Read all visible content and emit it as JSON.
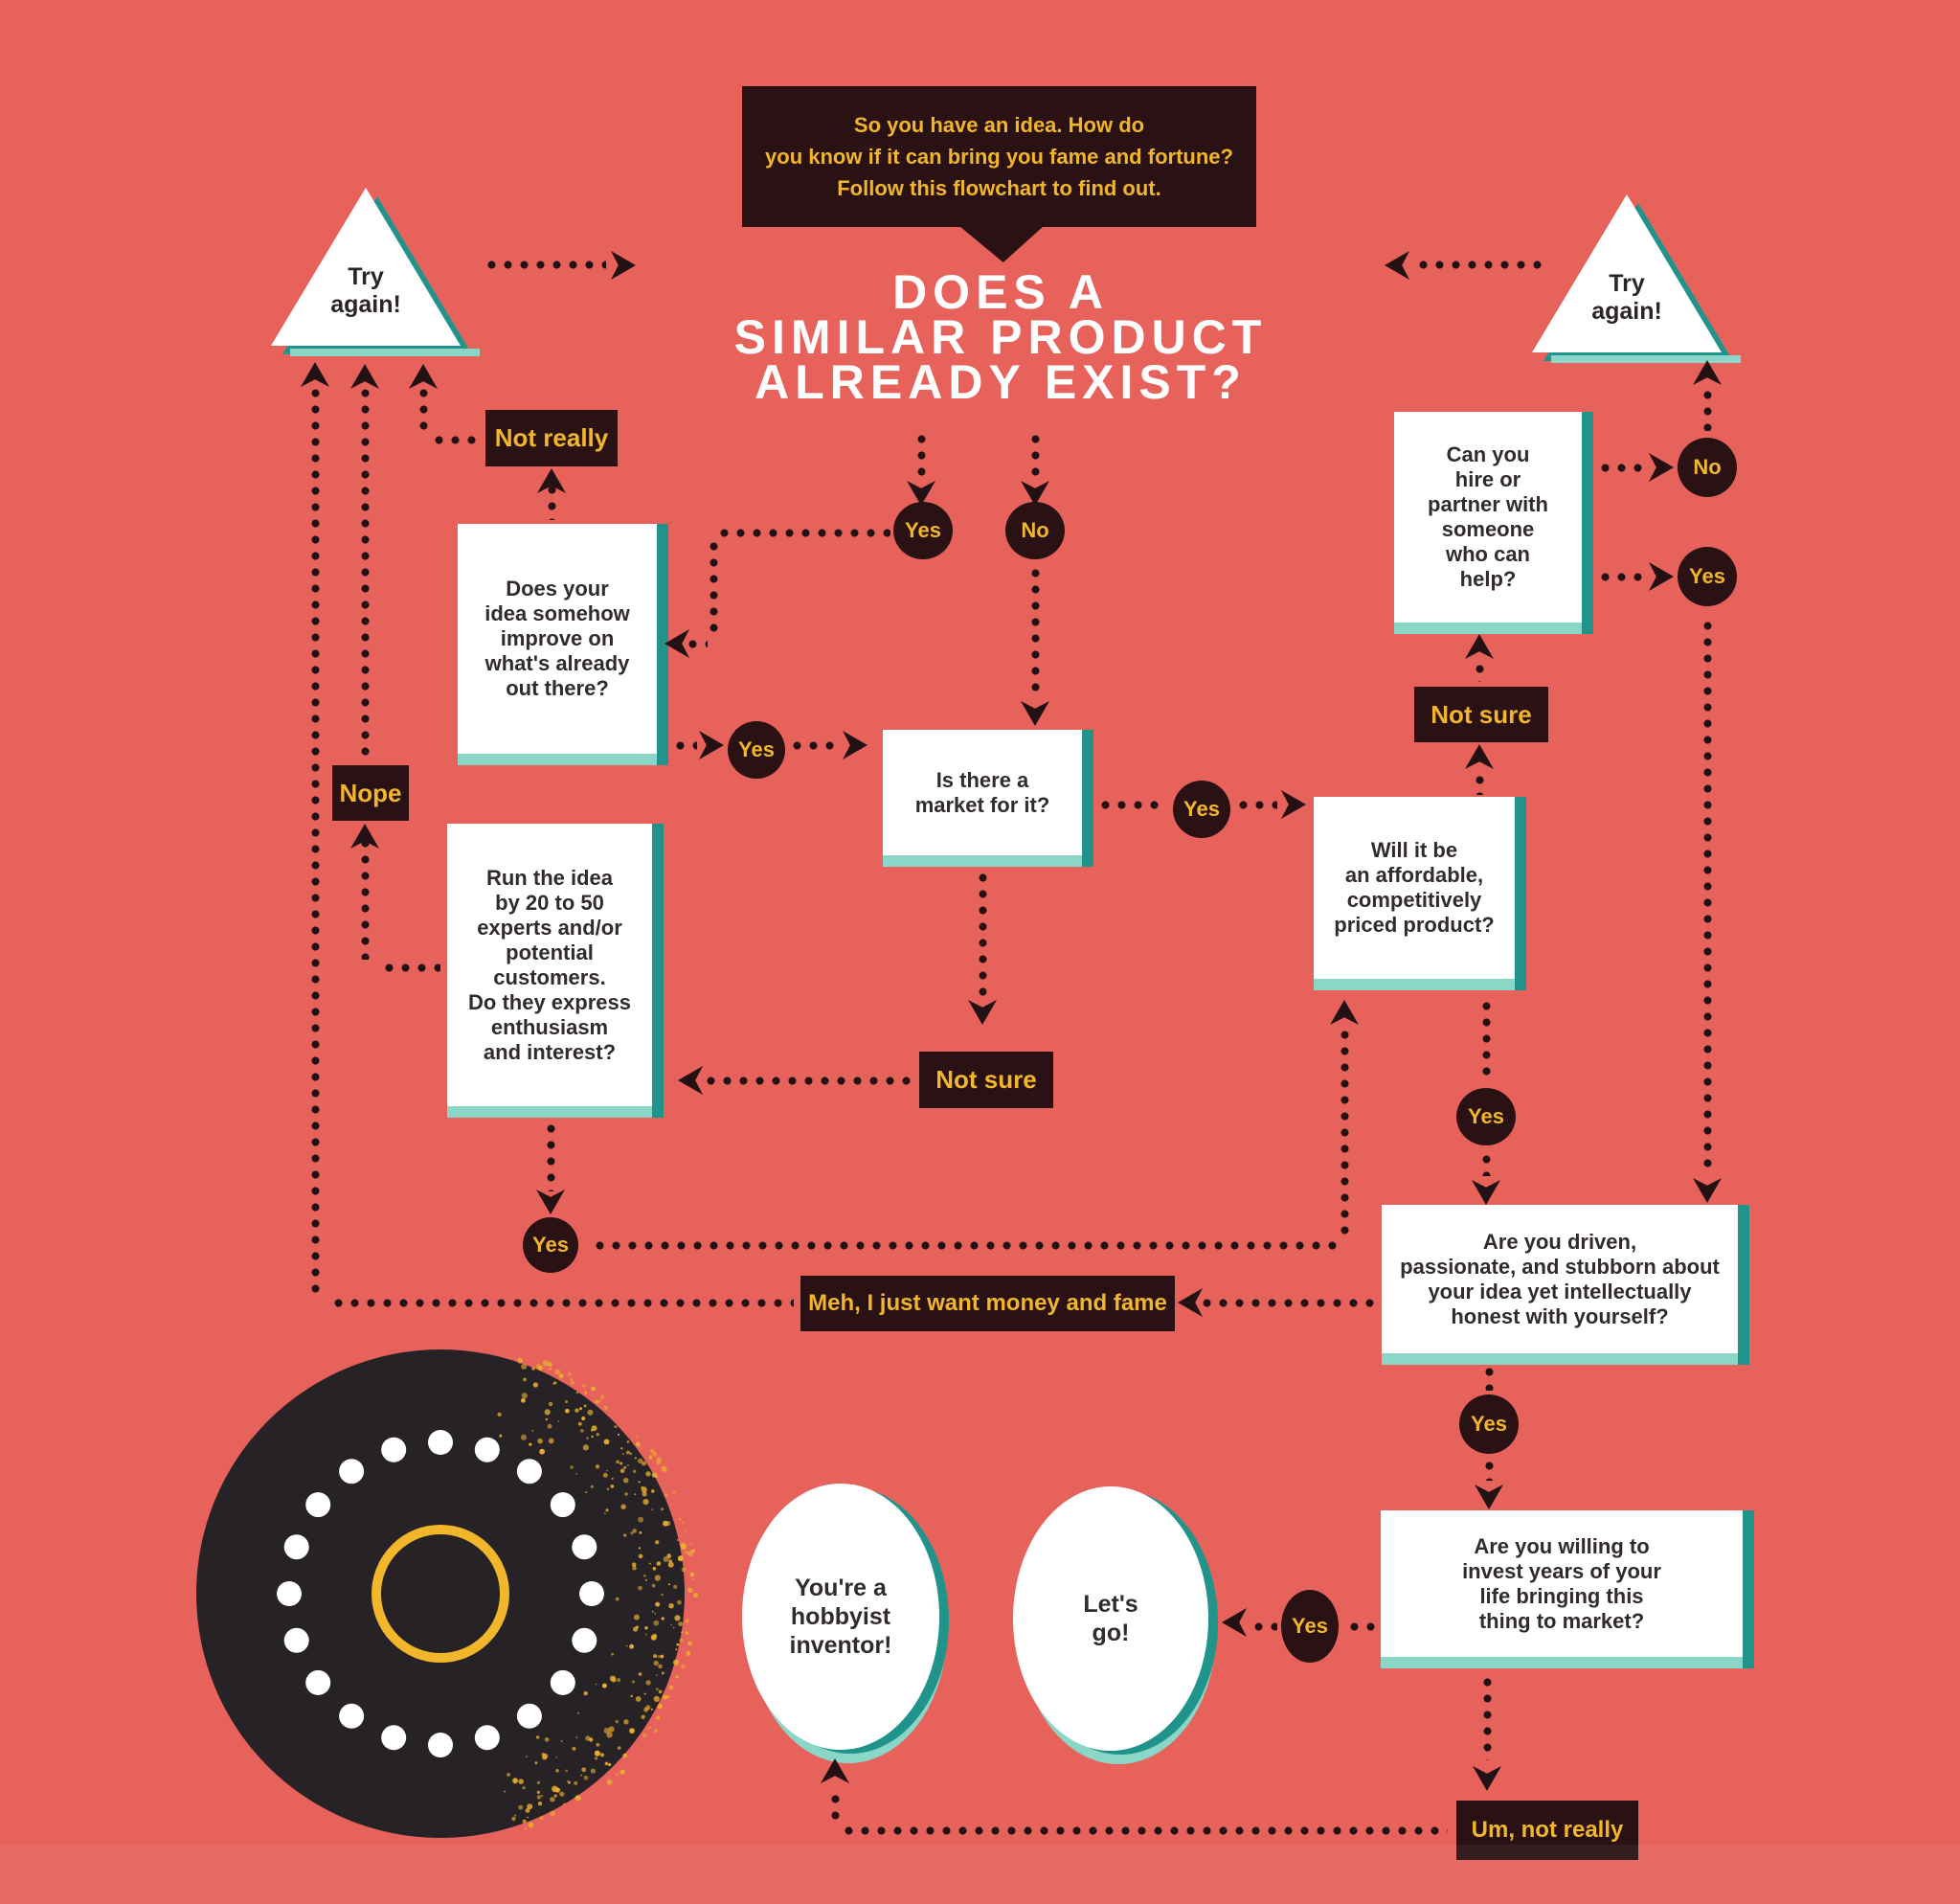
{
  "colors": {
    "background": "#e8625c",
    "panel_dark": "#2a1113",
    "accent_yellow": "#f2b62a",
    "teal_shadow_dark": "#20948a",
    "teal_shadow_light": "#8ad7c7",
    "node_fill": "#ffffff",
    "ink": "#241114",
    "wheel_dark": "#272226"
  },
  "intro": {
    "text": "So you have an idea. How do\nyou know if it can bring you fame and fortune?\nFollow this flowchart to find out."
  },
  "title": {
    "line1": "DOES A",
    "line2": "SIMILAR PRODUCT",
    "line3": "ALREADY EXIST?"
  },
  "triangles": {
    "left": "Try\nagain!",
    "right": "Try\nagain!"
  },
  "boxes": {
    "improve": "Does your\nidea somehow\nimprove on\nwhat's already\nout there?",
    "market": "Is there a\nmarket for it?",
    "experts": "Run the idea\nby 20 to 50\nexperts and/or\npotential\ncustomers.\nDo they express\nenthusiasm\nand interest?",
    "hire": "Can you\nhire or\npartner with\nsomeone\nwho can\nhelp?",
    "affordable": "Will it be\nan affordable,\ncompetitively\npriced product?",
    "driven": "Are you driven,\npassionate, and stubborn about\nyour idea yet intellectually\nhonest with yourself?",
    "invest": "Are you willing to\ninvest years of your\nlife bringing this\nthing to market?"
  },
  "labels": {
    "not_really": "Not really",
    "nope": "Nope",
    "not_sure_market": "Not sure",
    "not_sure_price": "Not sure",
    "meh": "Meh, I just want money and fame",
    "um_not_really": "Um, not really"
  },
  "answers": {
    "similar_yes": "Yes",
    "similar_no": "No",
    "improve_yes": "Yes",
    "market_yes": "Yes",
    "experts_yes": "Yes",
    "hire_no": "No",
    "hire_yes": "Yes",
    "affordable_yes": "Yes",
    "driven_yes": "Yes",
    "invest_yes": "Yes"
  },
  "endpoints": {
    "hobbyist": "You're a\nhobbyist\ninventor!",
    "lets_go": "Let's\ngo!"
  }
}
